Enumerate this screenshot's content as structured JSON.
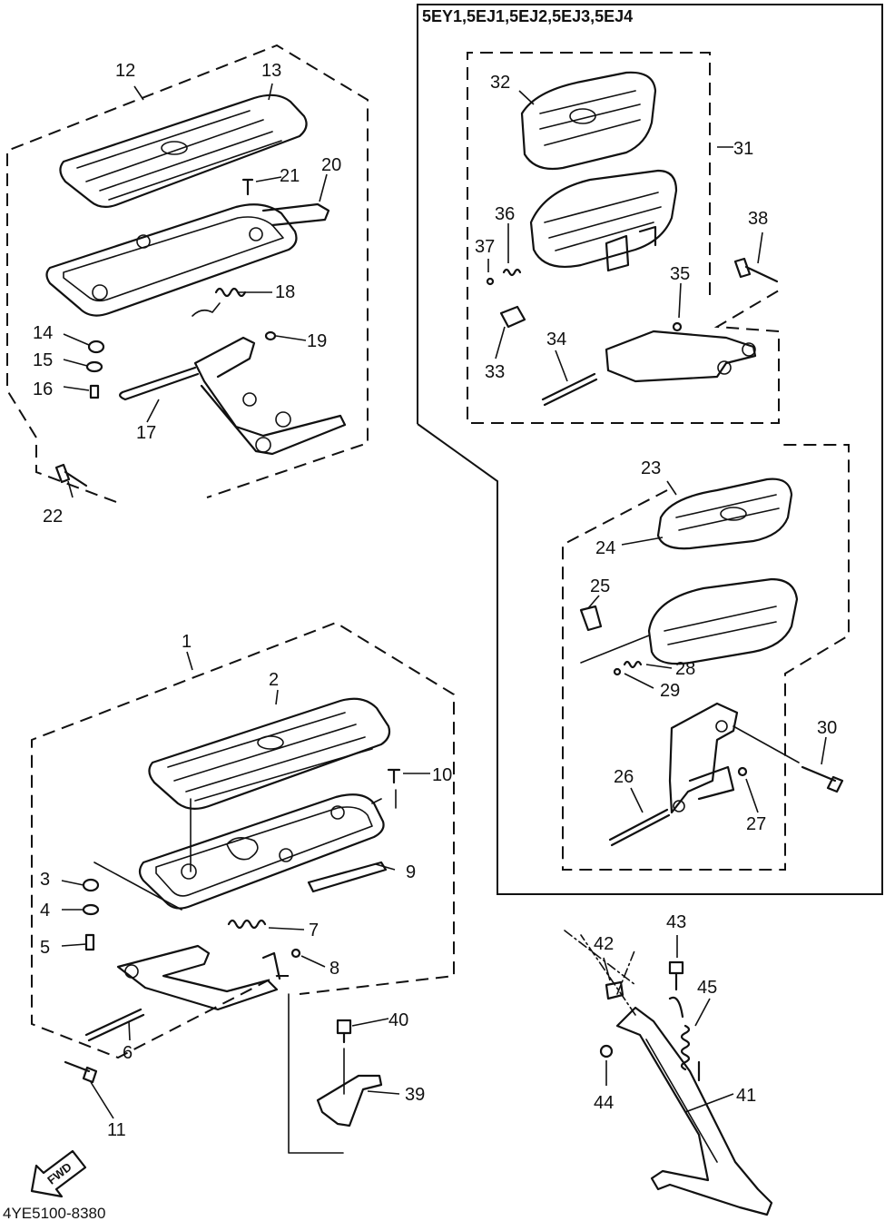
{
  "variant_header": "5EY1,5EJ1,5EJ2,5EJ3,5EJ4",
  "diagram_code": "4YE5100-8380",
  "fwd_label": "FWD",
  "part_numbers": [
    "1",
    "2",
    "3",
    "4",
    "5",
    "6",
    "7",
    "8",
    "9",
    "10",
    "11",
    "12",
    "13",
    "14",
    "15",
    "16",
    "17",
    "18",
    "19",
    "20",
    "21",
    "22",
    "23",
    "24",
    "25",
    "26",
    "27",
    "28",
    "29",
    "30",
    "31",
    "32",
    "33",
    "34",
    "35",
    "36",
    "37",
    "38",
    "39",
    "40",
    "41",
    "42",
    "43",
    "44",
    "45"
  ],
  "groups": {
    "rear_footboard": "12",
    "front_footboard": "1",
    "variant_footboard_upper": "31",
    "variant_footboard_lower": "23",
    "sidestand": "41"
  }
}
